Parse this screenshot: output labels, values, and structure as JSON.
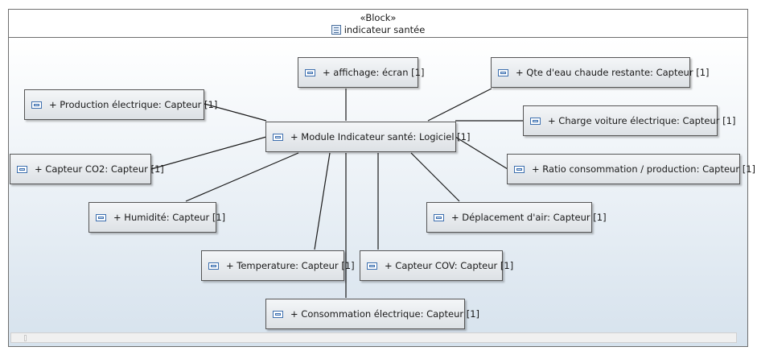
{
  "block": {
    "stereotype": "«Block»",
    "name": "indicateur santée"
  },
  "parts": {
    "center": "+ Module Indicateur santé: Logiciel [1]",
    "affichage": "+ affichage: écran [1]",
    "qte_eau": "+ Qte d'eau chaude restante: Capteur [1]",
    "production": "+ Production électrique: Capteur [1]",
    "charge_voiture": "+ Charge voiture électrique: Capteur [1]",
    "co2": "+ Capteur CO2: Capteur [1]",
    "ratio": "+ Ratio consommation / production: Capteur [1]",
    "humidite": "+ Humidité: Capteur [1]",
    "deplacement_air": "+ Déplacement d'air: Capteur [1]",
    "temperature": "+ Temperature: Capteur [1]",
    "cov": "+ Capteur COV: Capteur [1]",
    "consommation": "+ Consommation électrique: Capteur [1]"
  },
  "colors": {
    "border": "#555555",
    "icon": "#3d6fae",
    "compartment_bottom": "#d6e2ed"
  }
}
